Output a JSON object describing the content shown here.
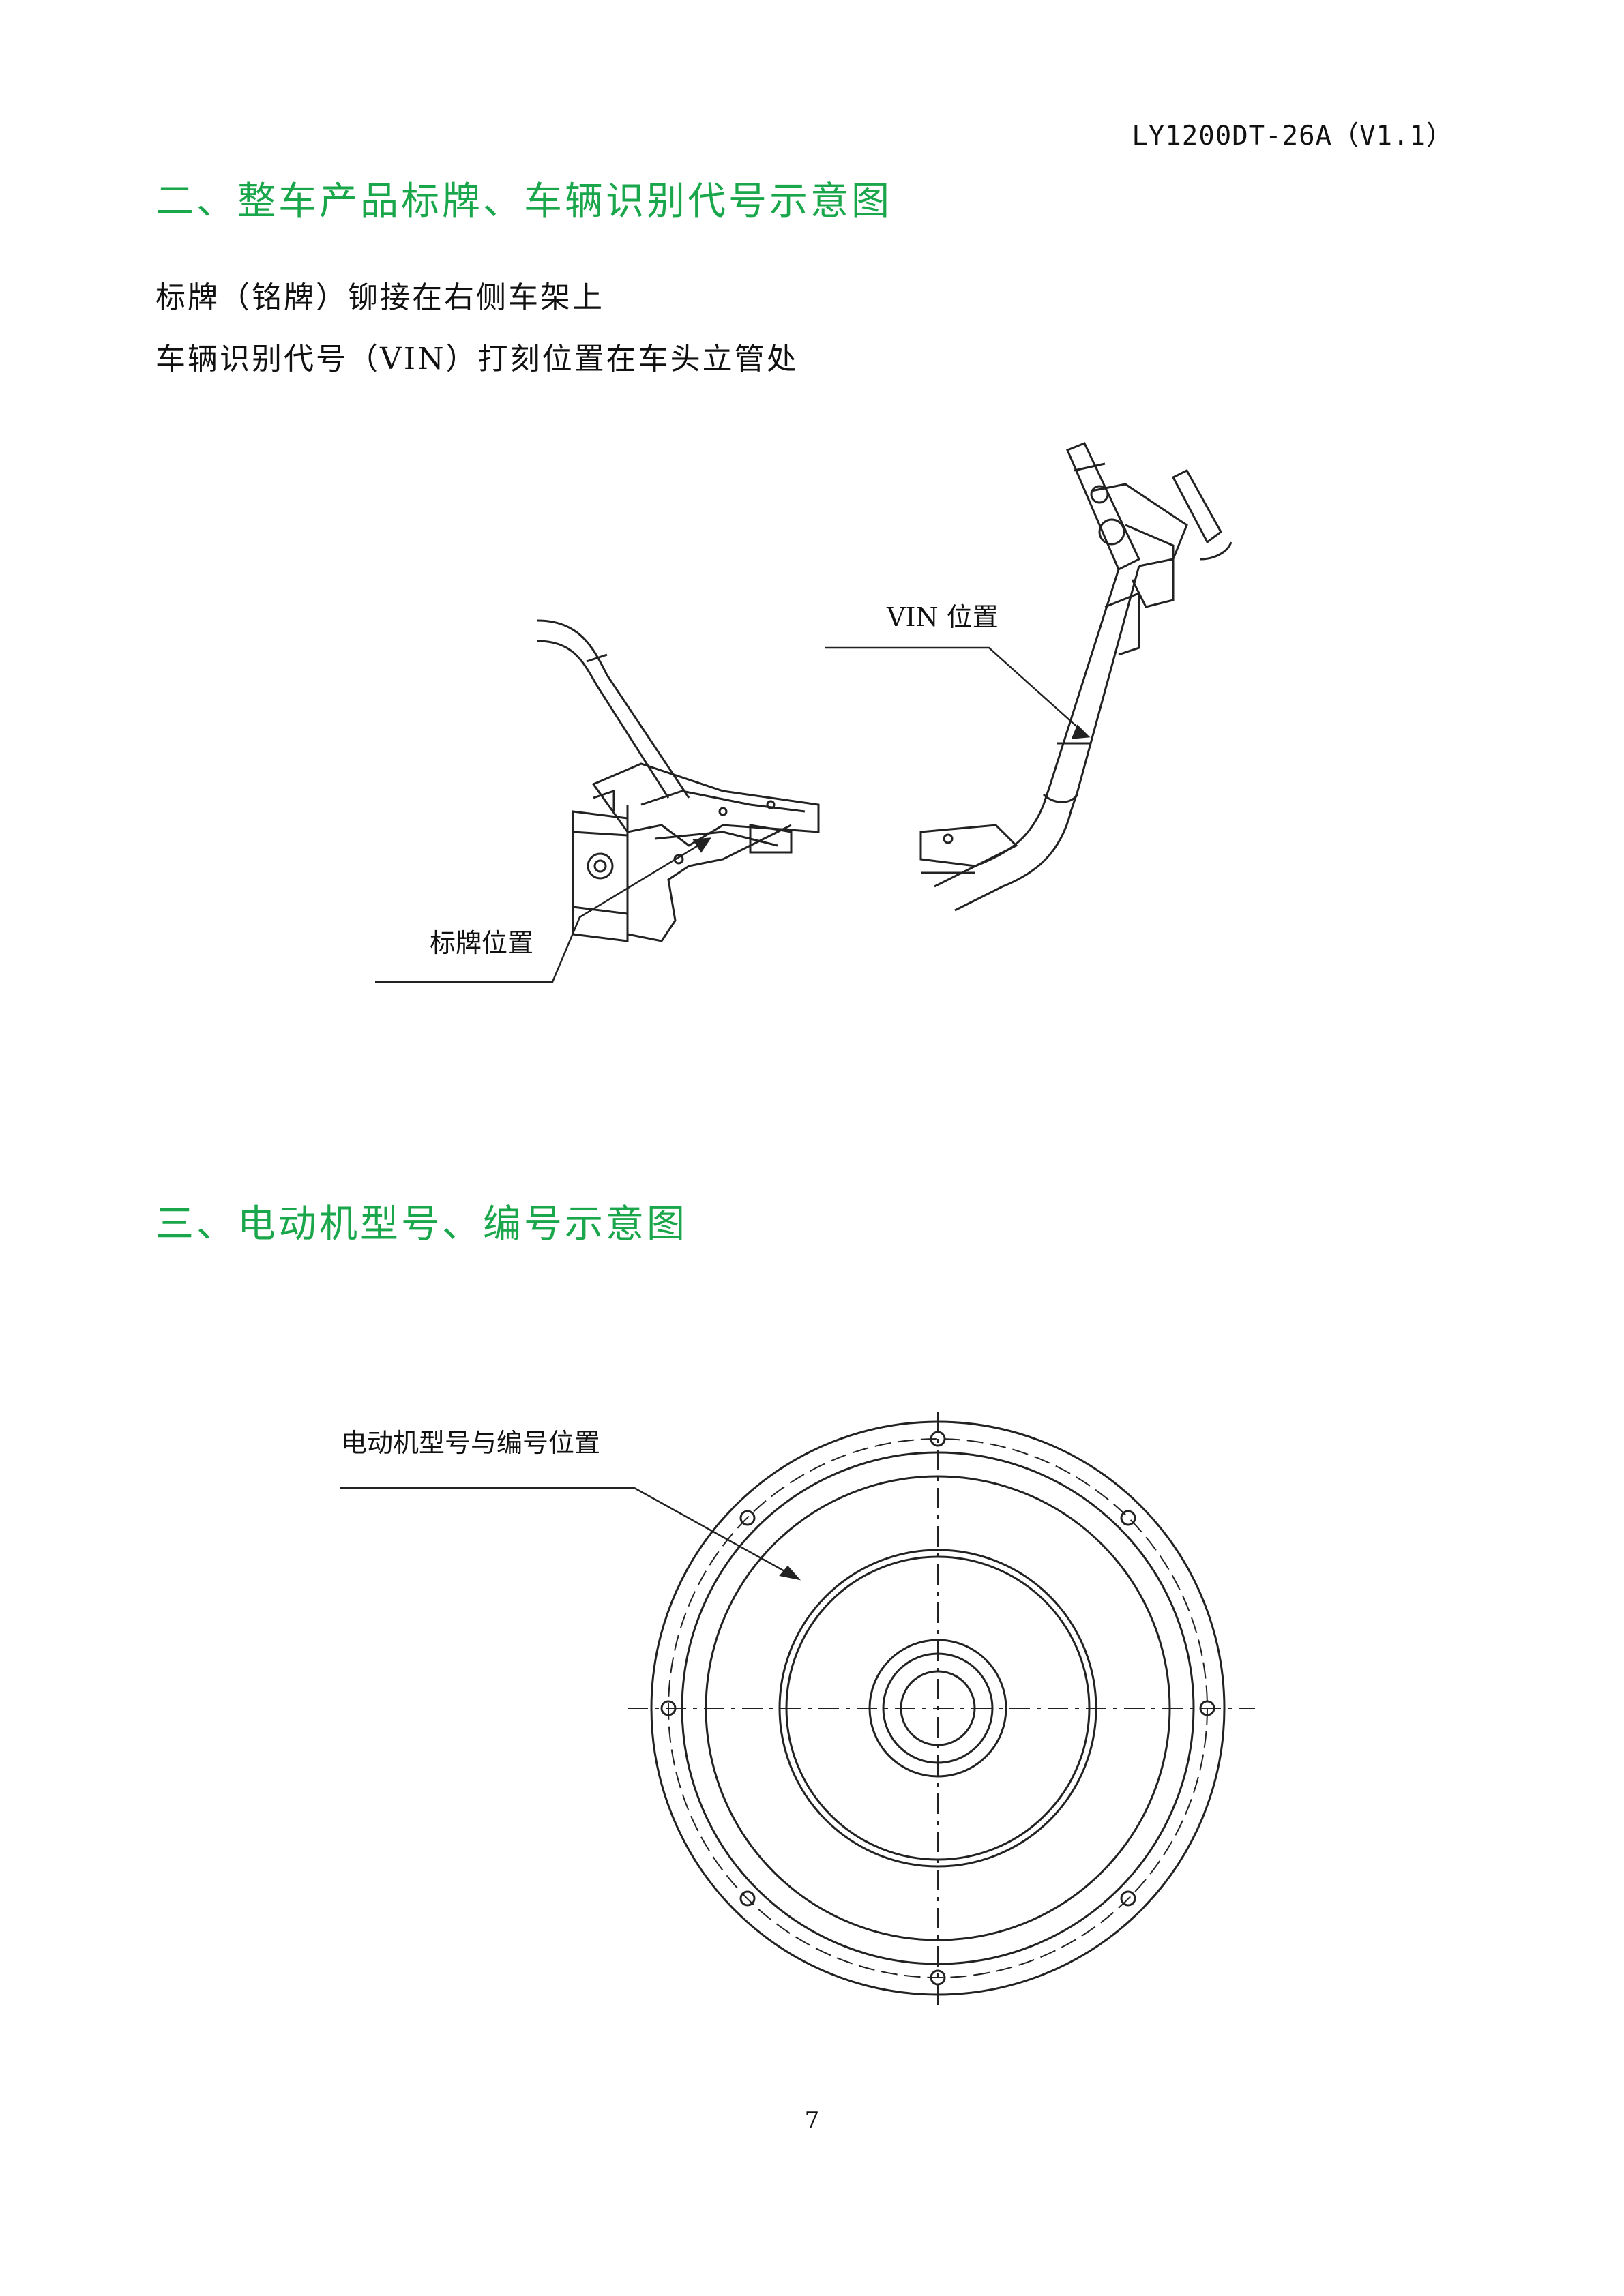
{
  "header": {
    "doc_code": "LY1200DT-26A（V1.1）"
  },
  "colors": {
    "heading": "#1aa64a",
    "line": "#222222"
  },
  "section2": {
    "title": "二、整车产品标牌、车辆识别代号示意图",
    "lines": [
      "标牌（铭牌）铆接在右侧车架上",
      "车辆识别代号（VIN）打刻位置在车头立管处"
    ],
    "figure_labels": {
      "vin": "VIN 位置",
      "plate": "标牌位置"
    }
  },
  "section3": {
    "title": "三、电动机型号、编号示意图",
    "figure_label": "电动机型号与编号位置"
  },
  "footer": {
    "page_number": "7"
  }
}
